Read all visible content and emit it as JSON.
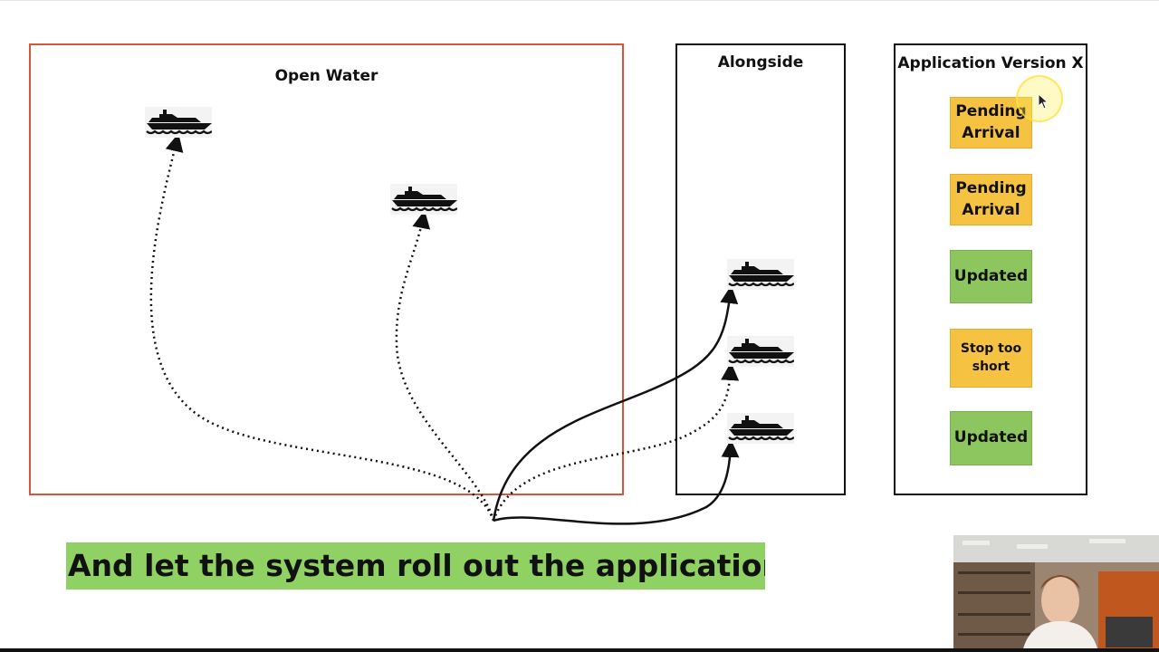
{
  "regions": {
    "open_water": {
      "title": "Open Water"
    },
    "alongside": {
      "title": "Alongside"
    },
    "app_version": {
      "title": "Application Version X"
    }
  },
  "statuses": [
    {
      "label_lines": [
        "Pending",
        "Arrival"
      ],
      "kind": "pending"
    },
    {
      "label_lines": [
        "Pending",
        "Arrival"
      ],
      "kind": "pending"
    },
    {
      "label_lines": [
        "Updated"
      ],
      "kind": "updated"
    },
    {
      "label_lines": [
        "Stop too",
        "short"
      ],
      "kind": "pending"
    },
    {
      "label_lines": [
        "Updated"
      ],
      "kind": "updated"
    }
  ],
  "caption": "And let the system roll out the application.",
  "ships": [
    {
      "id": "ship-open-water-1",
      "region": "open_water"
    },
    {
      "id": "ship-open-water-2",
      "region": "open_water"
    },
    {
      "id": "ship-alongside-1",
      "region": "alongside"
    },
    {
      "id": "ship-alongside-2",
      "region": "alongside"
    },
    {
      "id": "ship-alongside-3",
      "region": "alongside"
    }
  ],
  "connectors": [
    {
      "to": "ship-open-water-1",
      "style": "dotted"
    },
    {
      "to": "ship-open-water-2",
      "style": "dotted"
    },
    {
      "to": "ship-alongside-1",
      "style": "solid"
    },
    {
      "to": "ship-alongside-2",
      "style": "dotted"
    },
    {
      "to": "ship-alongside-3",
      "style": "solid"
    }
  ],
  "colors": {
    "open_water_border": "#d9553a",
    "pending": "#f5c242",
    "updated": "#8dc55e",
    "caption_bg": "#8fd162"
  }
}
